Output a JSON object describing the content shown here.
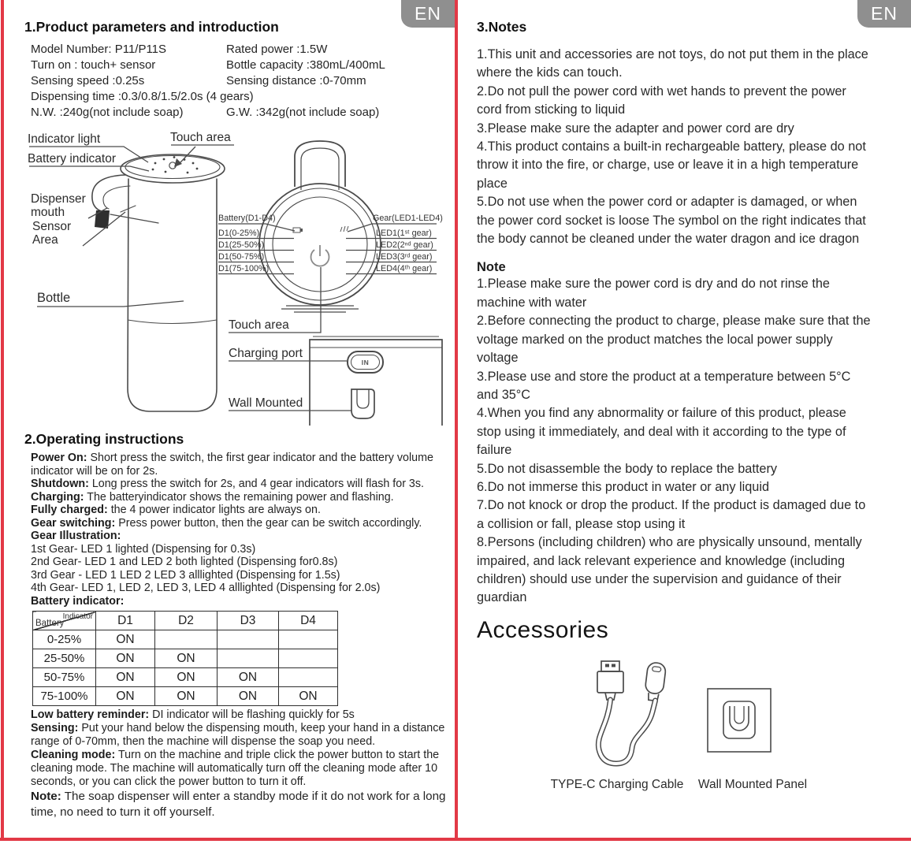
{
  "ui": {
    "accent_red": "#e23946",
    "tab_gray": "#8f8f8f",
    "line_art_gray": "#4a4a4a"
  },
  "tabs": {
    "left": "EN",
    "right": "EN"
  },
  "left_page": {
    "section1_title": "1.Product parameters and introduction",
    "params": {
      "rows": [
        {
          "c1": "Model Number: P11/P11S",
          "c2": "Rated power :1.5W"
        },
        {
          "c1": "Turn on : touch+ sensor",
          "c2": "Bottle capacity :380mL/400mL"
        },
        {
          "c1": "Sensing speed :0.25s",
          "c2": "Sensing distance :0-70mm"
        }
      ],
      "full_row": "Dispensing time :0.3/0.8/1.5/2.0s (4 gears)",
      "nw": "N.W. :240g(not include soap)",
      "gw": "G.W. :342g(not include soap)"
    },
    "diagram": {
      "labels": {
        "indicator_light": "Indicator light",
        "battery_indicator": "Battery indicator",
        "dispenser_mouth": "Dispenser mouth",
        "sensor_area": "Sensor Area",
        "bottle": "Bottle",
        "touch_area_top": "Touch area",
        "touch_area_bottom": "Touch area",
        "charging_port": "Charging port",
        "wall_mounted": "Wall Mounted",
        "port_marking": "IN"
      },
      "top_view": {
        "left_labels": [
          "Battery(D1-D4)",
          "D1(0-25%)",
          "D1(25-50%)",
          "D1(50-75%)",
          "D1(75-100%)"
        ],
        "right_labels": [
          "Gear(LED1-LED4)",
          "LED1(1ˢᵗ gear)",
          "LED2(2ⁿᵈ gear)",
          "LED3(3ʳᵈ gear)",
          "LED4(4ᵗʰ gear)"
        ]
      }
    },
    "section2_title": "2.Operating instructions",
    "ops": [
      {
        "label": "Power On:",
        "text": " Short press the switch, the first gear indicator and the battery volume indicator will be on for 2s."
      },
      {
        "label": "Shutdown:",
        "text": " Long press the switch for 2s, and 4 gear indicators will flash for 3s."
      },
      {
        "label": "Charging:",
        "text": " The batteryindicator shows the remaining power and flashing."
      },
      {
        "label": "Fully charged:",
        "text": " the 4 power indicator lights are always on."
      },
      {
        "label": "Gear switching:",
        "text": " Press power button, then the gear can be switch accordingly."
      },
      {
        "label": "Gear Illustration:",
        "text": ""
      },
      {
        "label": "",
        "text": "1st Gear- LED 1 lighted (Dispensing for 0.3s)"
      },
      {
        "label": "",
        "text": "2nd Gear- LED 1 and LED 2 both lighted (Dispensing for0.8s)"
      },
      {
        "label": "",
        "text": "3rd Gear - LED 1 LED 2 LED 3 alllighted (Dispensing for 1.5s)"
      },
      {
        "label": "",
        "text": "4th Gear- LED 1, LED 2, LED 3, LED 4 alllighted (Dispensing for 2.0s)"
      },
      {
        "label": "Battery indicator:",
        "text": ""
      }
    ],
    "battery_table": {
      "corner_top": "Indicator",
      "corner_bottom": "Battery",
      "columns": [
        "D1",
        "D2",
        "D3",
        "D4"
      ],
      "rows": [
        {
          "range": "0-25%",
          "cells": [
            "ON",
            "",
            "",
            ""
          ]
        },
        {
          "range": "25-50%",
          "cells": [
            "ON",
            "ON",
            "",
            ""
          ]
        },
        {
          "range": "50-75%",
          "cells": [
            "ON",
            "ON",
            "ON",
            ""
          ]
        },
        {
          "range": "75-100%",
          "cells": [
            "ON",
            "ON",
            "ON",
            "ON"
          ]
        }
      ]
    },
    "post_ops": [
      {
        "label": "Low battery reminder:",
        "text": " DI indicator will be flashing quickly for 5s"
      },
      {
        "label": "Sensing:",
        "text": " Put your hand below the dispensing mouth, keep your hand in a distance range of 0-70mm, then the machine will dispense the soap you need."
      },
      {
        "label": "Cleaning mode:",
        "text": " Turn on the machine and triple click the power button to start the cleaning mode. The machine will automatically turn off the cleaning mode after 10 seconds, or you can click the power button to turn it off."
      },
      {
        "label": "Note:",
        "text": " The soap dispenser will enter a standby mode if it do not work for a long time, no need to turn it off yourself."
      }
    ]
  },
  "right_page": {
    "section3_title": "3.Notes",
    "notes": [
      "1.This unit and accessories are not toys, do not put them in the place where the kids can touch.",
      "2.Do not pull the power cord with wet hands to prevent the power cord from sticking to liquid",
      "3.Please make sure the adapter and power cord are dry",
      "4.This product contains a built-in rechargeable battery, please do not throw it into the fire, or charge, use or leave it in a high temperature place",
      "5.Do not use when the power cord or adapter is damaged, or when the power cord socket is loose The symbol on the right indicates that the body cannot be cleaned under the water dragon and ice dragon"
    ],
    "note_title": "Note",
    "note_items": [
      "1.Please make sure the power cord is dry and do not rinse the machine with water",
      "2.Before connecting the product to charge, please make sure that the voltage marked on the product matches the local power supply voltage",
      "3.Please use and store the product at a temperature between 5°C and 35°C",
      "4.When you find any abnormality or failure of this product, please stop using it immediately, and deal with it according to the type of failure",
      "5.Do not disassemble the body to replace the battery",
      "6.Do not immerse this product in water or any liquid",
      "7.Do not knock or drop the product. If the product is damaged due to a collision or fall, please stop using it",
      "8.Persons (including children) who are physically unsound, mentally impaired, and lack relevant experience and knowledge (including children) should use under the supervision and guidance of their guardian"
    ],
    "accessories_title": "Accessories",
    "cable_caption": "TYPE-C Charging Cable",
    "panel_caption": "Wall Mounted Panel"
  }
}
